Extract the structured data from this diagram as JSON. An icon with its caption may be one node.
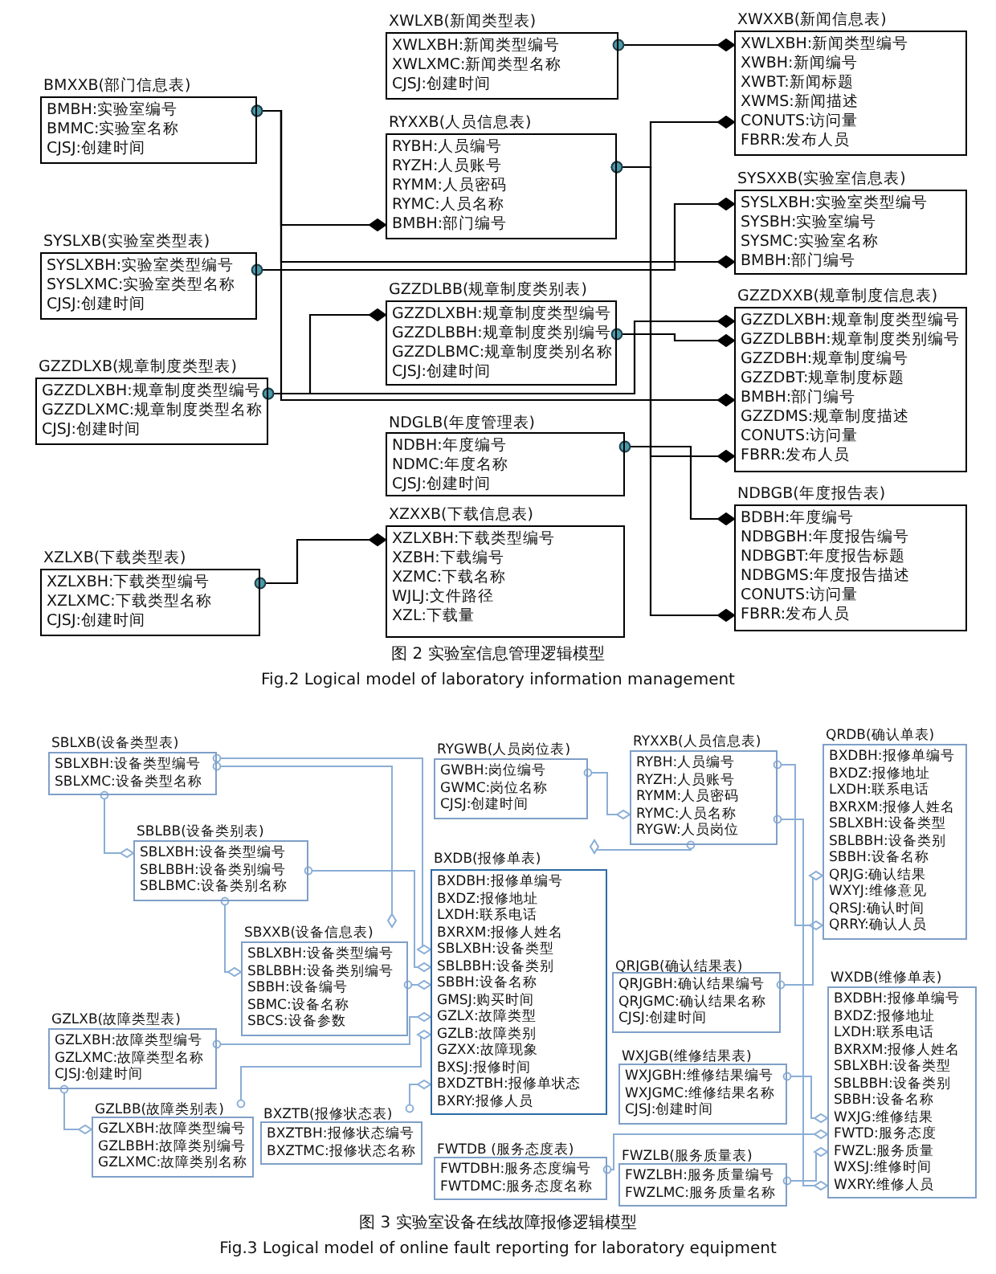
{
  "diagram": {
    "nodes": [
      {
        "text": [
          "XWLXB(新闻类型表)",
          "XWLXBH:新闻类型编号",
          "XWLXMC:新闻类型名称",
          "CJSJ:创建时间"
        ]
      },
      {
        "text": [
          "BMXXB(部门信息表)",
          "BMBH:实验室编号",
          "BMMC:实验室名称",
          "CJSJ:创建时间"
        ]
      },
      {
        "text": [
          "RYXXB(人员信息表)",
          "RYBH:人员编号",
          "RYZH:人员账号",
          "RYMM:人员密码",
          "RYMC:人员名称",
          "BMBH:部门编号"
        ]
      },
      {
        "text": [
          "XWXXB(新闻信息表)",
          "XWLXBH:新闻类型编号",
          "XWBH:新闻编号",
          "XWBT:新闻标题",
          "XWMS:新闻描述",
          "CONUTS:访问量",
          "FBRR:发布人员"
        ]
      },
      {
        "text": [
          "SYSLXB(实验室类型表)",
          "SYSLXBH:实验室类型编号",
          "SYSLXMC:实验室类型名称",
          "CJSJ:创建时间"
        ]
      },
      {
        "text": [
          "SYSXXB(实验室信息表)",
          "SYSLXBH:实验室类型编号",
          "SYSBH:实验室编号",
          "SYSMC:实验室名称",
          "BMBH:部门编号"
        ]
      },
      {
        "text": [
          "GZZDLBB(规章制度类别表)",
          "GZZDLXBH:规章制度类型编号",
          "GZZDLBBH:规章制度类别编号",
          "GZZDLBMC:规章制度类别名称",
          "CJSJ:创建时间"
        ]
      },
      {
        "text": [
          "GZZDXXB(规章制度信息表)",
          "GZZDLXBH:规章制度类型编号",
          "GZZDLBBH:规章制度类别编号",
          "GZZDBH:规章制度编号",
          "GZZDBT:规章制度标题",
          "BMBH:部门编号",
          "GZZDMS:规章制度描述",
          "CONUTS:访问量",
          "FBRR:发布人员"
        ]
      },
      {
        "text": [
          "GZZDLXB(规章制度类型表)",
          "GZZDLXBH:规章制度类型编号",
          "GZZDLXMC:规章制度类型名称",
          "CJSJ:创建时间"
        ]
      },
      {
        "text": [
          "NDGLB(年度管理表)",
          "NDBH:年度编号",
          "NDMC:年度名称",
          "CJSJ:创建时间"
        ]
      },
      {
        "text": [
          "NDBGB(年度报告表)",
          "BDBH:年度编号",
          "NDBGBH:年度报告编号",
          "NDBGBT:年度报告标题",
          "NDBGMS:年度报告描述",
          "CONUTS:访问量",
          "FBRR:发布人员"
        ]
      },
      {
        "text": [
          "XZXXB(下载信息表)",
          "XZLXBH:下载类型编号",
          "XZBH:下载编号",
          "XZMC:下载名称",
          "WJLJ:文件路径",
          "XZL:下载量"
        ]
      },
      {
        "text": [
          "XZLXB(下载类型表)",
          "XZLXBH:下载类型编号",
          "XZLXMC:下载类型名称",
          "CJSJ:创建时间"
        ]
      },
      {
        "text": [
          "SBLXB(设备类型表)",
          "SBLXBH:设备类型编号",
          "SBLXMC:设备类型名称"
        ]
      },
      {
        "text": [
          "SBLBB(设备类别表)",
          "SBLXBH:设备类型编号",
          "SBLBBH:设备类别编号",
          "SBLBMC:设备类别名称"
        ]
      },
      {
        "text": [
          "SBXXB(设备信息表)",
          "SBLXBH:设备类型编号",
          "SBLBBH:设备类别编号",
          "SBBH:设备编号",
          "SBMC:设备名称",
          "SBCS:设备参数"
        ]
      },
      {
        "text": [
          "RYGWB(人员岗位表)",
          "GWBH:岗位编号",
          "GWMC:岗位名称",
          "CJSJ:创建时间"
        ]
      },
      {
        "text": [
          "RYXXB(人员信息表)",
          "RYBH:人员编号",
          "RYZH:人员账号",
          "RYMM:人员密码",
          "RYMC:人员名称",
          "RYGW:人员岗位"
        ]
      },
      {
        "text": [
          "QRDB(确认单表)",
          "BXDBH:报修单编号",
          "BXDZ:报修地址",
          "LXDH:联系电话",
          "BXRXM:报修人姓名",
          "SBLXBH:设备类型",
          "SBLBBH:设备类别",
          "SBBH:设备名称",
          "QRJG:确认结果",
          "WXYJ:维修意见",
          "QRSJ:确认时间",
          "QRRY:确认人员"
        ]
      },
      {
        "text": [
          "BXDB(报修单表)",
          "BXDBH:报修单编号",
          "BXDZ:报修地址",
          "LXDH:联系电话",
          "BXRXM:报修人姓名",
          "SBLXBH:设备类型",
          "SBLBBH:设备类别",
          "SBBH:设备名称",
          "GMSJ:购买时间",
          "GZLX:故障类型",
          "GZLB:故障类别",
          "GZXX:故障现象",
          "BXSJ:报修时间",
          "BXDZTBH:报修单状态",
          "BXRY:报修人员"
        ]
      },
      {
        "text": [
          "QRJGB(确认结果表)",
          "QRJGBH:确认结果编号",
          "QRJGMC:确认结果名称",
          "CJSJ:创建时间"
        ]
      },
      {
        "text": [
          "WXJGB(维修结果表)",
          "WXJGBH:维修结果编号",
          "WXJGMC:维修结果名称",
          "CJSJ:创建时间"
        ]
      },
      {
        "text": [
          "WXDB(维修单表)",
          "BXDBH:报修单编号",
          "BXDZ:报修地址",
          "LXDH:联系电话",
          "BXRXM:报修人姓名",
          "SBLXBH:设备类型",
          "SBLBBH:设备类别",
          "SBBH:设备名称",
          "WXJG:维修结果",
          "FWTD:服务态度",
          "FWZL:服务质量",
          "WXSJ:维修时间",
          "WXRY:维修人员"
        ]
      },
      {
        "text": [
          "GZLXB(故障类型表)",
          "GZLXBH:故障类型编号",
          "GZLXMC:故障类型名称",
          "CJSJ:创建时间"
        ]
      },
      {
        "text": [
          "GZLBB(故障类别表)",
          "GZLXBH:故障类型编号",
          "GZLBBH:故障类别编号",
          "GZLXMC:故障类别名称"
        ]
      },
      {
        "text": [
          "BXZTB(报修状态表)",
          "BXZTBH:报修状态编号",
          "BXZTMC:报修状态名称"
        ]
      },
      {
        "text": [
          "FWTDB (服务态度表)",
          "FWTDBH:服务态度编号",
          "FWTDMC:服务态度名称"
        ]
      },
      {
        "text": [
          "FWZLB(服务质量表)",
          "FWZLBH:服务质量编号",
          "FWZLMC:服务质量名称"
        ]
      }
    ],
    "edges": [
      {
        "from": 0,
        "to": 3,
        "arrow": "other",
        "color": "#000000"
      },
      {
        "from": 1,
        "to": 2,
        "arrow": "other",
        "color": "#000000"
      },
      {
        "from": 1,
        "to": 5,
        "arrow": "other",
        "color": "#000000"
      },
      {
        "from": 1,
        "to": 7,
        "arrow": "other",
        "color": "#000000"
      },
      {
        "from": 2,
        "to": 3,
        "arrow": "other",
        "color": "#000000"
      },
      {
        "from": 2,
        "to": 7,
        "arrow": "other",
        "color": "#000000"
      },
      {
        "from": 2,
        "to": 10,
        "arrow": "other",
        "color": "#000000"
      },
      {
        "from": 4,
        "to": 5,
        "arrow": "other",
        "color": "#000000"
      },
      {
        "from": 6,
        "to": 7,
        "arrow": "other",
        "color": "#000000"
      },
      {
        "from": 8,
        "to": 6,
        "arrow": "other",
        "color": "#000000"
      },
      {
        "from": 8,
        "to": 7,
        "arrow": "other",
        "color": "#000000"
      },
      {
        "from": 9,
        "to": 10,
        "arrow": "other",
        "color": "#000000"
      },
      {
        "from": 12,
        "to": 11,
        "arrow": "other",
        "color": "#000000"
      },
      {
        "from": 13,
        "to": 14,
        "arrow": "other"
      },
      {
        "from": 13,
        "to": 15,
        "arrow": "other"
      },
      {
        "from": 13,
        "to": 19,
        "arrow": "other"
      },
      {
        "from": 14,
        "to": 15,
        "arrow": "other"
      },
      {
        "from": 14,
        "to": 19,
        "arrow": "other"
      },
      {
        "from": 15,
        "to": 19,
        "arrow": "other"
      },
      {
        "from": 16,
        "to": 17,
        "arrow": "other"
      },
      {
        "from": 17,
        "to": 18,
        "arrow": "other"
      },
      {
        "from": 17,
        "to": 19,
        "arrow": "other"
      },
      {
        "from": 17,
        "to": 22,
        "arrow": "other"
      },
      {
        "from": 20,
        "to": 18,
        "arrow": "other"
      },
      {
        "from": 23,
        "to": 24,
        "arrow": "other"
      },
      {
        "from": 23,
        "to": 19,
        "arrow": "other"
      },
      {
        "from": 24,
        "to": 19,
        "arrow": "other"
      },
      {
        "from": 25,
        "to": 19,
        "arrow": "other"
      },
      {
        "from": 21,
        "to": 22,
        "arrow": "other"
      },
      {
        "from": 26,
        "to": 22,
        "arrow": "other"
      },
      {
        "from": 27,
        "to": 22,
        "arrow": "other"
      }
    ],
    "labels": [
      "图 2 实验室信息管理逻辑模型",
      "Fig.2 Logical model of laboratory information management",
      "图 3 实验室设备在线故障报修逻辑模型",
      "Fig.3 Logical model of online fault reporting for laboratory equipment"
    ]
  }
}
